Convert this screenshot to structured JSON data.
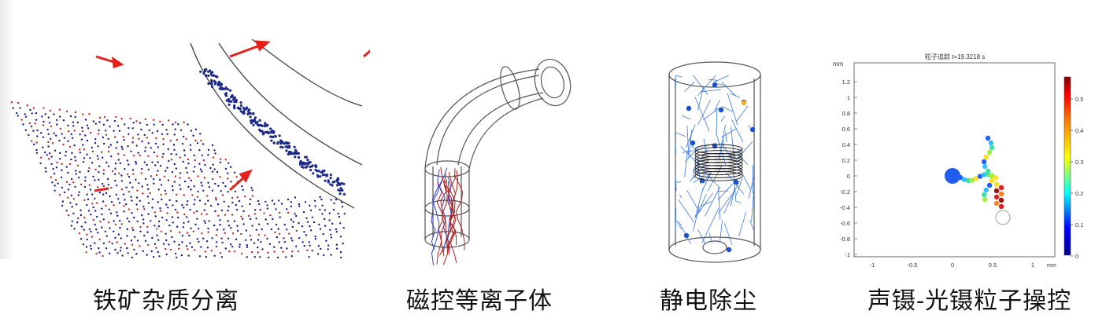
{
  "panels": [
    {
      "caption": "铁矿杂质分离"
    },
    {
      "caption": "磁控等离子体"
    },
    {
      "caption": "静电除尘"
    },
    {
      "caption": "声镊-光镊粒子操控"
    }
  ],
  "sim_plot": {
    "title": "粒子追踪 t=19.3218 s",
    "y_unit": "mm",
    "x_unit": "mm",
    "y_ticks": [
      "1.2",
      "1",
      "0.8",
      "0.6",
      "0.4",
      "0.2",
      "0",
      "-0.2",
      "-0.4",
      "-0.6",
      "-0.8",
      "-1"
    ],
    "x_ticks": [
      "-1",
      "-0.5",
      "0",
      "0.5",
      "1"
    ],
    "colorbar_ticks": [
      "0.5",
      "0.4",
      "0.3",
      "0.2",
      "0.1",
      "0"
    ]
  },
  "colors": {
    "particle_blue": "#1a1a8c",
    "particle_red": "#c0282a",
    "arrow_red": "#e8201c",
    "wire_gray": "#555555"
  }
}
